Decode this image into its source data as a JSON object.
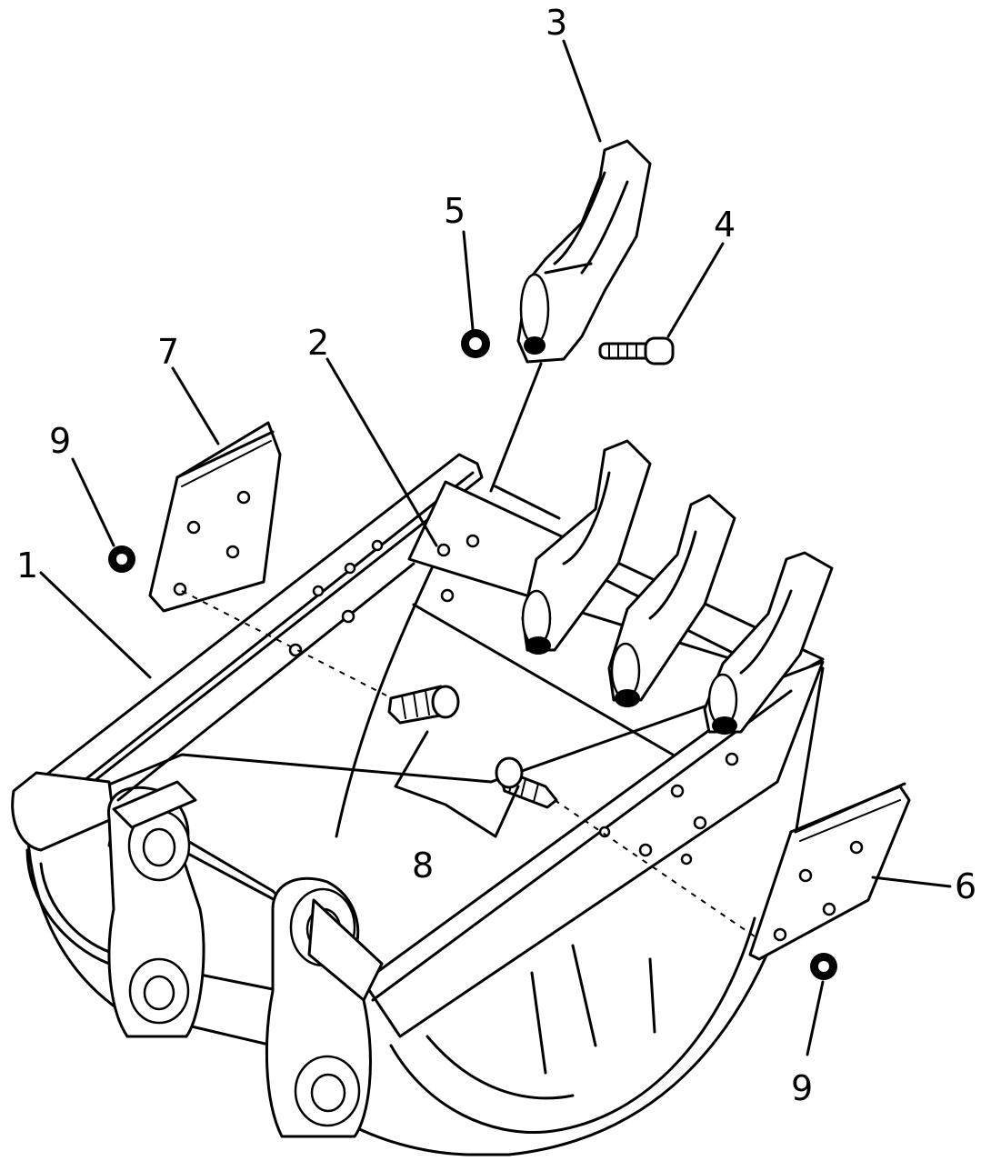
{
  "callouts": [
    {
      "id": "c1",
      "label": "1",
      "part": "bucket"
    },
    {
      "id": "c2",
      "label": "2",
      "part": "adapter-plate"
    },
    {
      "id": "c3",
      "label": "3",
      "part": "tooth-point"
    },
    {
      "id": "c4",
      "label": "4",
      "part": "pin-bolt"
    },
    {
      "id": "c5",
      "label": "5",
      "part": "pin-lock"
    },
    {
      "id": "c6",
      "label": "6",
      "part": "side-cutter-right"
    },
    {
      "id": "c7",
      "label": "7",
      "part": "side-cutter-left"
    },
    {
      "id": "c8",
      "label": "8",
      "part": "cutter-bolt"
    },
    {
      "id": "c9a",
      "label": "9",
      "part": "nut-left"
    },
    {
      "id": "c9b",
      "label": "9",
      "part": "nut-right"
    }
  ]
}
